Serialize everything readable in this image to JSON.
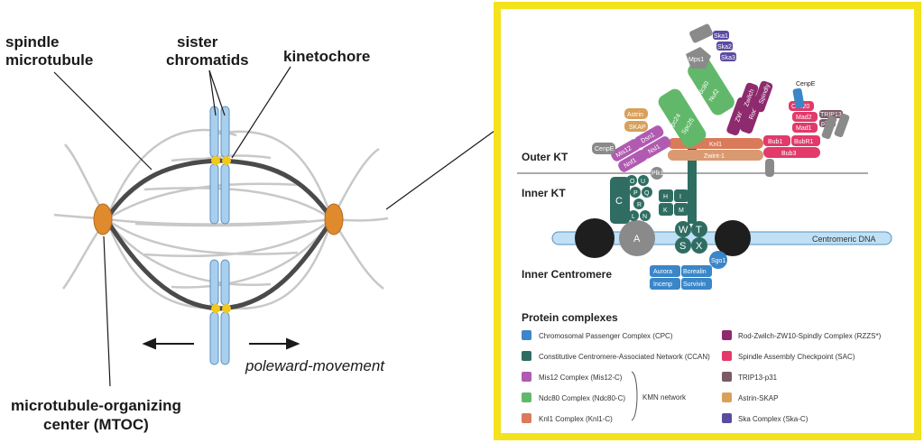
{
  "left": {
    "labels": {
      "spindle_microtubule": [
        "spindle",
        "microtubule"
      ],
      "sister_chromatids": [
        "sister",
        "chromatids"
      ],
      "kinetochore": "kinetochore",
      "mtoc": [
        "microtubule-organizing",
        "center (MTOC)"
      ],
      "poleward": "poleward-movement"
    }
  },
  "right": {
    "regions": {
      "outer_kt": "Outer KT",
      "inner_kt": "Inner KT",
      "inner_centromere": "Inner Centromere",
      "centromeric_dna": "Centromeric DNA"
    },
    "proteins": {
      "mps1": "Mps1",
      "ska1": "Ska1",
      "ska2": "Ska2",
      "ska3": "Ska3",
      "astrin": "Astrin",
      "skap": "SKAP",
      "cenpe": "CenpE",
      "mis12": "Mis12",
      "dsn1": "Dsn1",
      "nnf1": "Nnf1",
      "nsl1": "Nsl1",
      "spc24": "Spc24",
      "spc25": "Spc25",
      "ndc80": "Ndc80",
      "nuf2": "Nuf2",
      "zw10": "ZW10",
      "rod": "Rod",
      "zwilch": "Zwilch",
      "spindly": "Spindly",
      "knl1": "Knl1",
      "zwint1": "Zwint-1",
      "cdc20": "Cdc20",
      "mad2": "Mad2",
      "mad1": "Mad1",
      "trip13": "TRIP13",
      "p31": "p31",
      "bub1": "Bub1",
      "bubr1": "BubR1",
      "bub3": "Bub3",
      "plk1": "Plk1",
      "c": "C",
      "o": "O",
      "u": "U",
      "p": "P",
      "q": "Q",
      "r": "R",
      "l": "L",
      "n": "N",
      "h": "H",
      "i": "I",
      "k": "K",
      "m": "M",
      "a": "A",
      "w": "W",
      "t": "T",
      "s": "S",
      "x": "X",
      "sgo1": "Sgo1",
      "aurora": "Aurora",
      "borealin": "Borealin",
      "incenp": "Incenp",
      "survivin": "Survivin"
    },
    "legend": {
      "title": "Protein complexes",
      "items_left": [
        {
          "color": "#3a86c8",
          "label": "Chromosomal Passenger Complex (CPC)"
        },
        {
          "color": "#2f6d62",
          "label": "Constitutive Centromere-Associated Network (CCAN)"
        },
        {
          "color": "#b05bb1",
          "label": "Mis12 Complex (Mis12-C)"
        },
        {
          "color": "#62b86a",
          "label": "Ndc80 Complex (Ndc80-C)"
        },
        {
          "color": "#d97a5a",
          "label": "Knl1 Complex (Knl1-C)"
        }
      ],
      "items_right": [
        {
          "color": "#8e2a6e",
          "label": "Rod-Zwilch-ZW10-Spindly Complex (RZZS*)"
        },
        {
          "color": "#e23a6a",
          "label": "Spindle Assembly Checkpoint (SAC)"
        },
        {
          "color": "#7a5a66",
          "label": "TRIP13-p31"
        },
        {
          "color": "#d9a05a",
          "label": "Astrin-SKAP"
        },
        {
          "color": "#5a4aa0",
          "label": "Ska Complex (Ska-C)"
        }
      ],
      "kmn": "KMN network"
    }
  }
}
